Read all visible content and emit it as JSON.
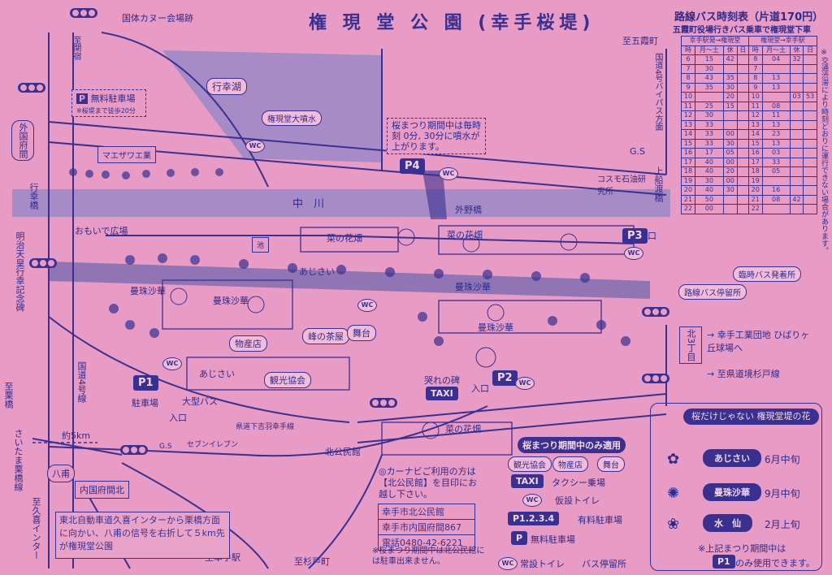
{
  "title": "権 現 堂 公 園 (幸手桜堤)",
  "map": {
    "places": {
      "canoe": "国体カヌー会場跡",
      "gyokoko": "行幸湖",
      "waterfall": "権現堂大噴水",
      "nakagawa": "中　川",
      "gaiyabashi": "外野橋",
      "omoide": "おもいで広場",
      "ike": "池",
      "nanohana1": "菜の花畑",
      "nanohana2": "菜の花畑",
      "nanohana3": "菜の花畑",
      "ajisai1": "あじさい",
      "ajisai2": "あじさい",
      "manju1": "曼珠沙華",
      "manju2": "曼珠沙華",
      "manju3": "曼珠沙華",
      "manju4": "曼珠沙華",
      "bussan": "物産店",
      "kanko": "観光協会",
      "chaya": "峰の茶屋",
      "butai": "舞台",
      "otare": "哭れの碑",
      "cosmo": "コスモ石油研究所",
      "kamifunato": "上船渡橋",
      "mikuni": "マエザワエ業",
      "gs1": "G.S",
      "gs2": "G.S",
      "kitakomin": "北公民館",
      "seven": "セブンイレブン",
      "oogata": "大型バス",
      "p1label": "駐車場",
      "iriguchi1": "入口",
      "iriguchi2": "入口",
      "iriguchi3": "入口",
      "kenroad": "県道下吉羽幸手線",
      "kokudo4": "国道4号線",
      "kokudo4by": "国道4号バイパス方面",
      "kitaro": "北3丁目",
      "hachimaki": "八甫",
      "uchikokufu": "内国府間北",
      "gaikokufu": "外国府間",
      "gyokobashi": "行幸橋",
      "meiji": "明治天皇行幸記念碑",
      "satte_ind": "→ 幸手工業団地 ひばりヶ丘球場へ",
      "sugito": "→ 至県道境杉戸線",
      "to_goka": "至五霞町",
      "to_sekiyado": "至関宿",
      "to_satte": "至幸手駅",
      "to_sugito": "至杉戸町",
      "to_kuki": "至久喜インター",
      "to_saitama": "さいたま栗橋線",
      "to_kurihashi": "至栗橋",
      "km5": "約5km",
      "rinji": "臨時バス発着所",
      "rosen": "路線バス停留所",
      "muryo": "無料駐車場",
      "muryo_note": "※桜堤まで徒歩20分",
      "fountain_note": "桜まつり期間中は毎時刻 0分, 30分に噴水が上がります。",
      "taxi": "TAXI",
      "p2": "P2",
      "p3": "P3",
      "p4": "P4",
      "p1": "P1",
      "p": "P",
      "wc": "WC",
      "navi": "◎カーナビご利用の方は【北公民館】を目印にお越し下さい。",
      "koumin_note": "※桜まつり期間中は北公民館には駐車出来ません。"
    },
    "civic": [
      "幸手市北公民館",
      "幸手市内国府間867",
      "電話0480-42-6221"
    ],
    "kuki_note": "東北自動車道久喜インターから栗橋方面に向かい、八甫の信号を右折して５km先が権現堂公園"
  },
  "timetable": {
    "title": "路線バス時刻表（片道170円）",
    "subtitle": "五霞町役場行きバス乗車で権現堂下車",
    "head1": [
      "幸手駅発→権現堂",
      "権現堂→幸手駅"
    ],
    "head2": [
      "時",
      "月〜土",
      "休",
      "日",
      "月〜土",
      "休",
      "日"
    ],
    "rows": [
      [
        "6",
        "15",
        "42",
        "",
        "8",
        "04",
        "32",
        ""
      ],
      [
        "7",
        "30",
        "",
        "",
        "7",
        "",
        "",
        ""
      ],
      [
        "8",
        "43",
        "35",
        "",
        "8",
        "13",
        "",
        ""
      ],
      [
        "9",
        "35",
        "30",
        "",
        "9",
        "13",
        "",
        ""
      ],
      [
        "10",
        "",
        "20",
        "",
        "10",
        "",
        "03",
        "53"
      ],
      [
        "11",
        "25",
        "15",
        "",
        "11",
        "08",
        "",
        ""
      ],
      [
        "12",
        "30",
        "",
        "",
        "12",
        "11",
        "",
        ""
      ],
      [
        "13",
        "33",
        "",
        "",
        "13",
        "13",
        "",
        ""
      ],
      [
        "14",
        "33",
        "00",
        "",
        "14",
        "23",
        "",
        ""
      ],
      [
        "15",
        "33",
        "30",
        "",
        "15",
        "13",
        "",
        ""
      ],
      [
        "16",
        "17",
        "05",
        "",
        "16",
        "03",
        "",
        ""
      ],
      [
        "17",
        "40",
        "00",
        "",
        "17",
        "33",
        "",
        ""
      ],
      [
        "18",
        "40",
        "20",
        "",
        "18",
        "05",
        "",
        ""
      ],
      [
        "19",
        "30",
        "00",
        "",
        "19",
        "",
        "",
        ""
      ],
      [
        "20",
        "40",
        "30",
        "",
        "20",
        "16",
        "",
        ""
      ],
      [
        "21",
        "50",
        "",
        "",
        "21",
        "08",
        "42",
        ""
      ],
      [
        "22",
        "00",
        "",
        "",
        "22",
        "",
        "",
        ""
      ]
    ],
    "side_note": "※交通渋滞により時刻どおりに運行できない場合があります。"
  },
  "legend": {
    "title": "桜まつり期間中のみ適用",
    "items": [
      "観光協会",
      "物産店",
      "舞台"
    ],
    "taxi": "TAXI",
    "taxi_label": "タクシー乗場",
    "wc_label": "仮設トイレ",
    "paid": "P1.2.3.4",
    "paid_label": "有料駐車場",
    "free_label": "無料駐車場",
    "bottom": "常設トイレ",
    "bus": "バス停留所"
  },
  "flowers": {
    "head": "桜だけじゃない 権現堂堤の花",
    "items": [
      {
        "name": "あじさい",
        "month": "6月中旬"
      },
      {
        "name": "曼珠沙華",
        "month": "9月中旬"
      },
      {
        "name": "水　仙",
        "month": "2月上旬"
      }
    ],
    "note": "※上記まつり期間中は",
    "note2": "のみ使用できます。",
    "p1": "P1"
  },
  "colors": {
    "bg": "#e89bc4",
    "ink": "#3a3090",
    "road": "#9a88c8"
  }
}
